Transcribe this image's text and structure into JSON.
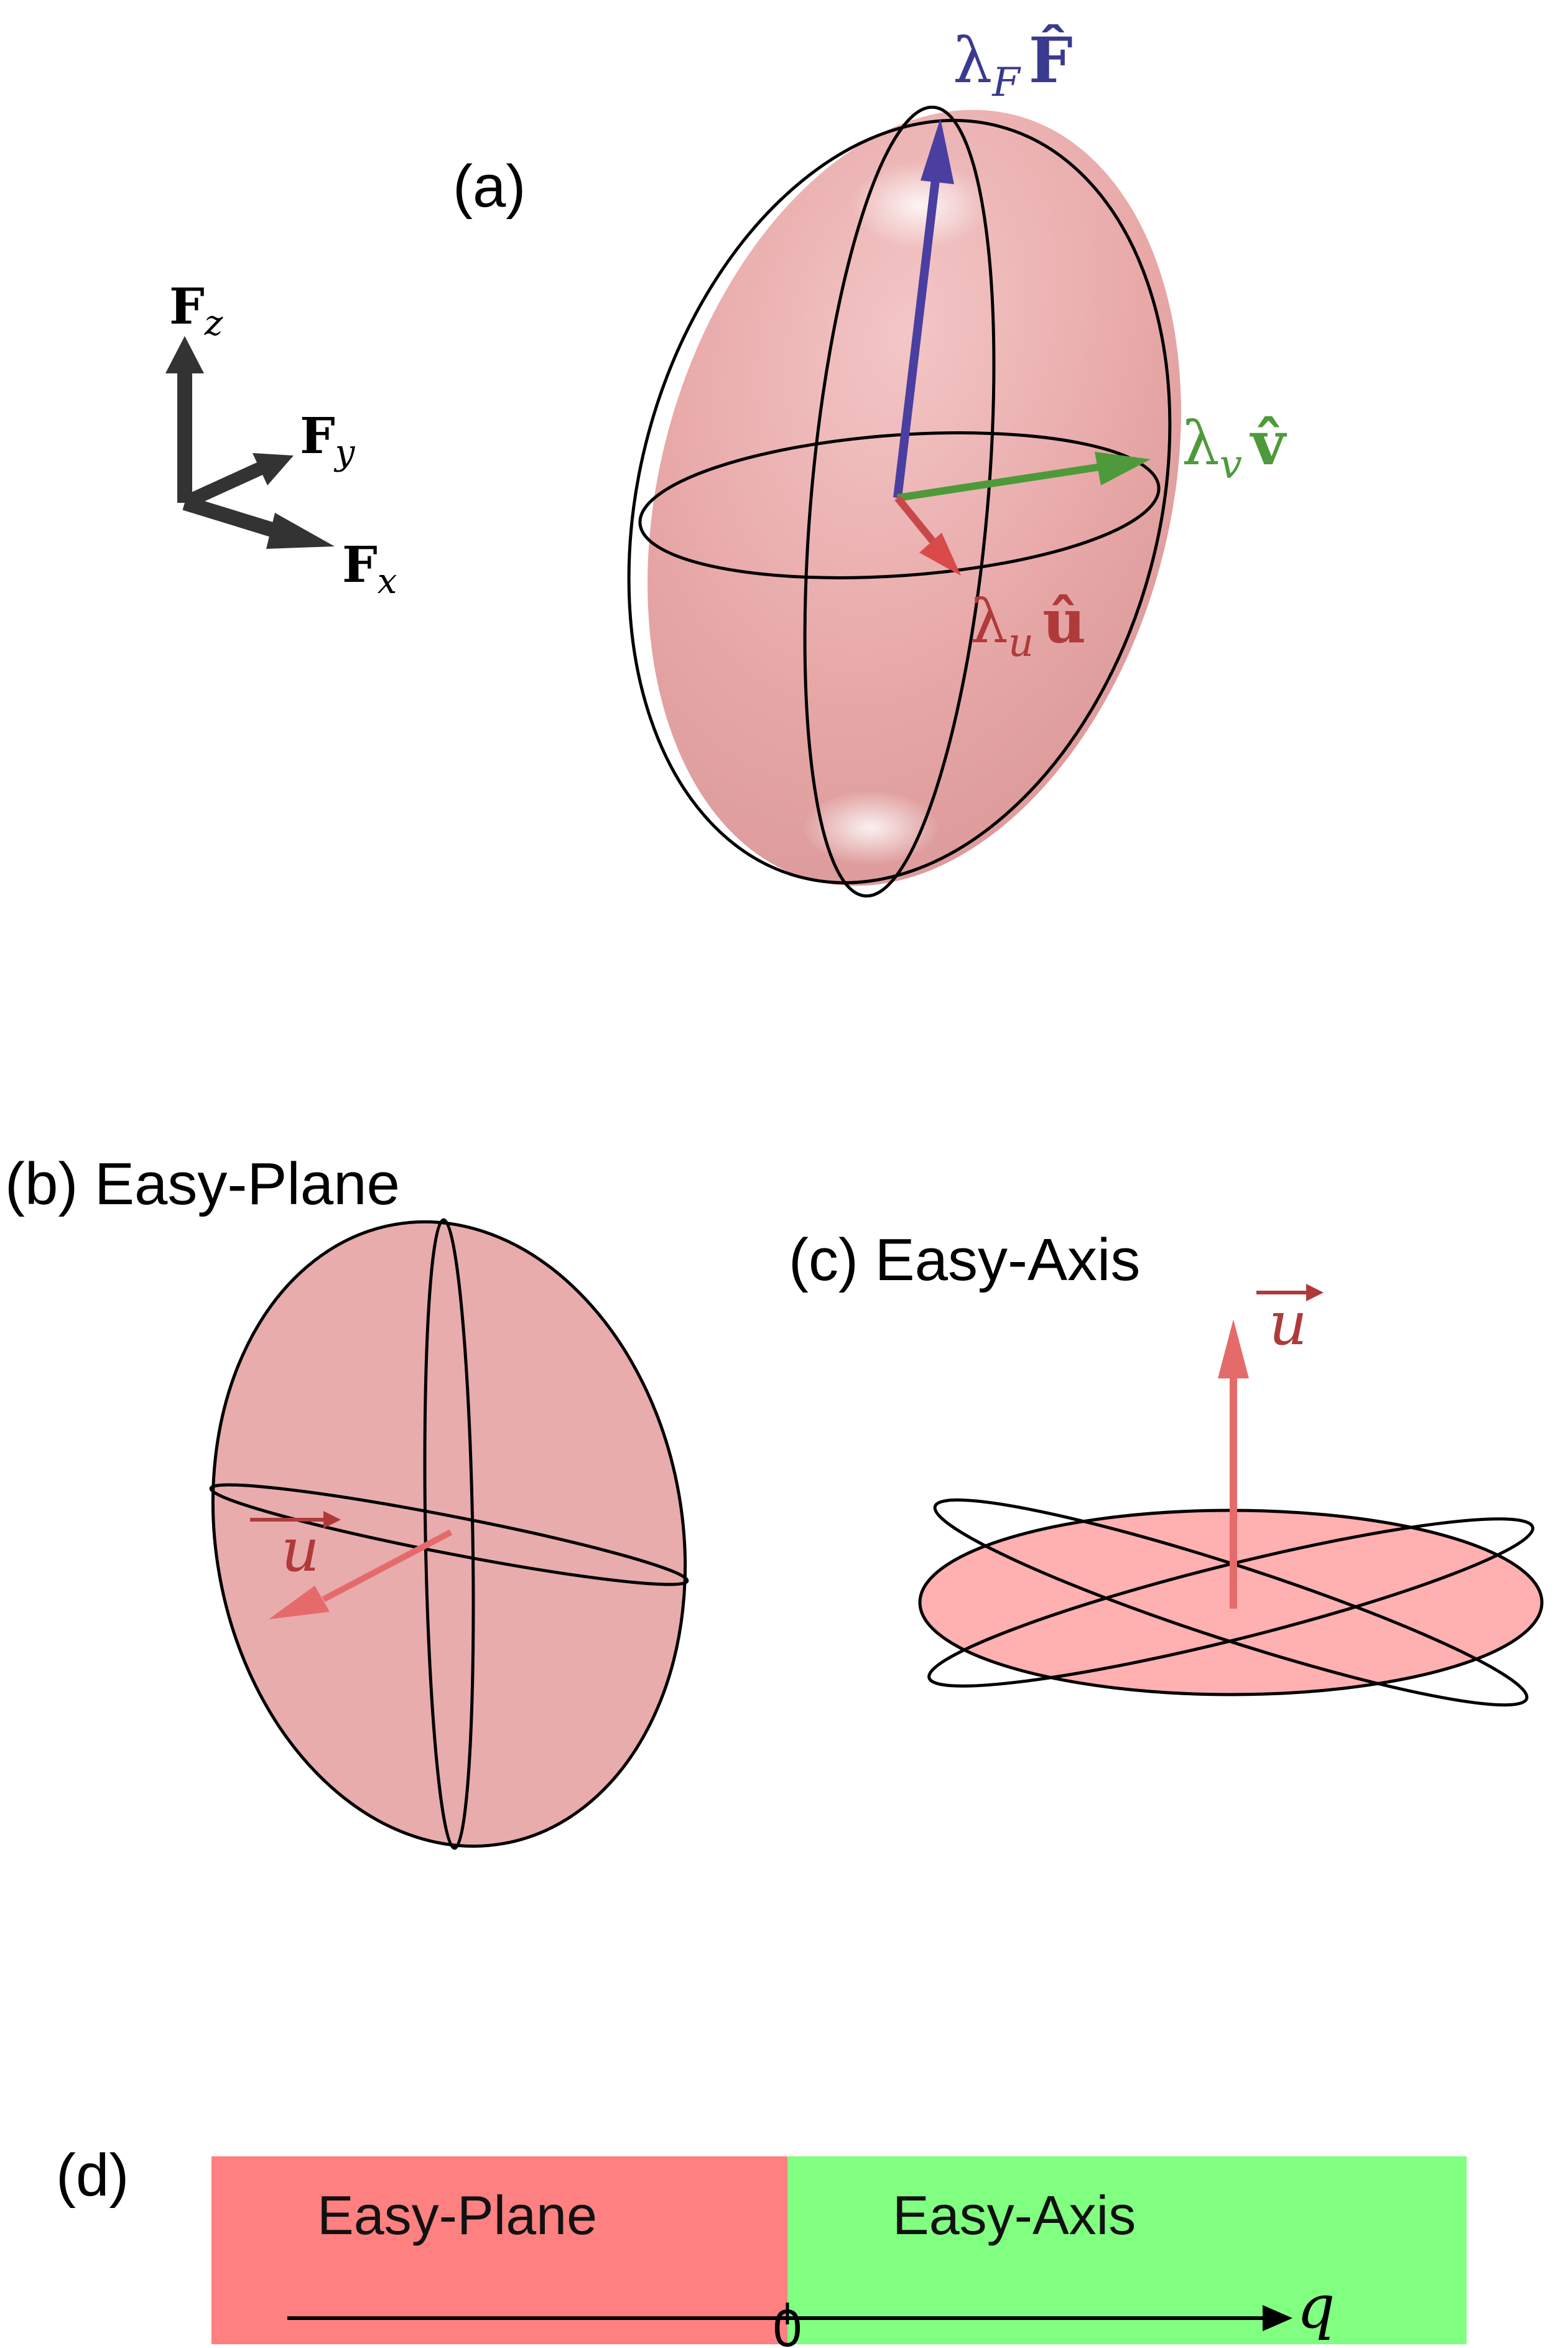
{
  "panels": {
    "a": {
      "label": "(a)",
      "axes": {
        "z": {
          "sym": "F",
          "sub": "z"
        },
        "y": {
          "sym": "F",
          "sub": "y"
        },
        "x": {
          "sym": "F",
          "sub": "x"
        }
      },
      "vectors": {
        "F": {
          "lambda": "λ",
          "sub": "F",
          "vec": "F̂",
          "color": "#3b3a8f"
        },
        "v": {
          "lambda": "λ",
          "sub": "v",
          "vec": "v̂",
          "color": "#4e9a3a"
        },
        "u": {
          "lambda": "λ",
          "sub": "u",
          "vec": "û",
          "color": "#b03a3a"
        }
      }
    },
    "b": {
      "label": "(b) Easy-Plane",
      "vector": "u"
    },
    "c": {
      "label": "(c) Easy-Axis",
      "vector": "u"
    },
    "d": {
      "label": "(d)",
      "regions": [
        {
          "name": "Easy-Plane",
          "color": "#ff8080"
        },
        {
          "name": "Easy-Axis",
          "color": "#80ff80"
        }
      ],
      "tick": "0",
      "axis_var": "q"
    }
  },
  "colors": {
    "ellipsoid_fill": "#e8a4a4",
    "disk_fill": "#ffb0b0",
    "arrow_red": "#e56b6b"
  }
}
